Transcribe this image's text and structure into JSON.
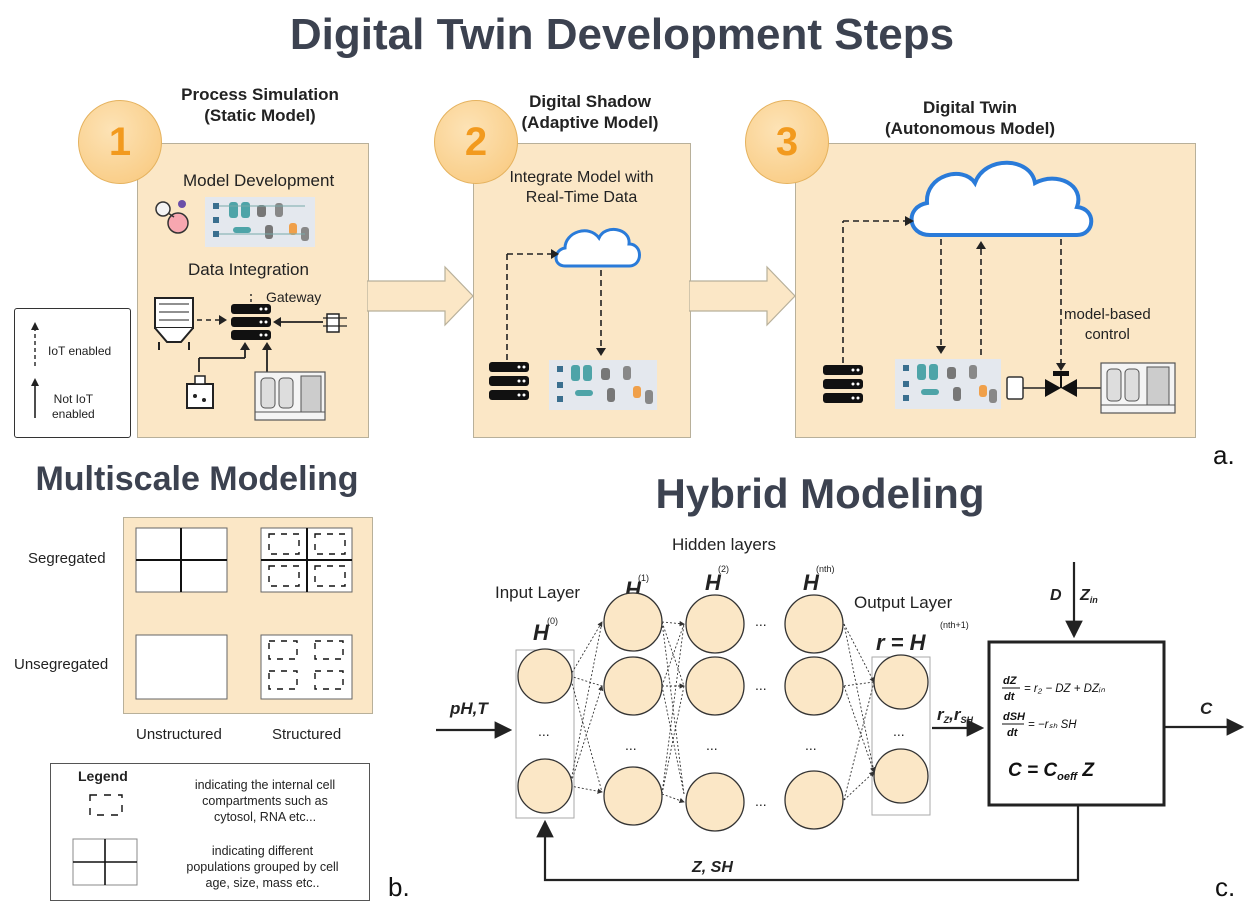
{
  "sectionA": {
    "title": "Digital Twin Development Steps",
    "steps": [
      {
        "number": "1",
        "title": "Process Simulation",
        "subtitle": "(Static Model)"
      },
      {
        "number": "2",
        "title": "Digital Shadow",
        "subtitle": "(Adaptive Model)"
      },
      {
        "number": "3",
        "title": "Digital Twin",
        "subtitle": "(Autonomous Model)"
      }
    ],
    "step1": {
      "model_development": "Model Development",
      "data_integration": "Data Integration",
      "gateway": "Gateway"
    },
    "step2": {
      "line1": "Integrate Model with",
      "line2": "Real-Time Data"
    },
    "step3": {
      "control_line1": "model-based",
      "control_line2": "control"
    },
    "legend": {
      "iot": "IoT enabled",
      "not_iot_line1": "Not IoT",
      "not_iot_line2": "enabled"
    },
    "letter": "a."
  },
  "sectionB": {
    "title": "Multiscale Modeling",
    "rows": [
      "Segregated",
      "Unsegregated"
    ],
    "cols": [
      "Unstructured",
      "Structured"
    ],
    "legend": {
      "title": "Legend",
      "item1": [
        "indicating the internal cell",
        "compartments such as",
        "cytosol, RNA etc..."
      ],
      "item2": [
        "indicating different",
        "populations grouped by cell",
        "age, size, mass etc.."
      ]
    },
    "letter": "b."
  },
  "sectionC": {
    "title": "Hybrid Modeling",
    "hidden_layers": "Hidden layers",
    "input_layer": "Input Layer",
    "output_layer": "Output Layer",
    "h0_sup": "(0)",
    "h1_sup": "(1)",
    "h2_sup": "(2)",
    "hn_sup": "(nth)",
    "r_eq": "r = H",
    "rn_sup": "(nth+1)",
    "H": "H",
    "dots": "...",
    "input_vars": "pH,T",
    "feedback": "Z, SH",
    "r_out": "r",
    "r_sub1": "Z",
    "r_sub2": "SH",
    "out_c": "C",
    "D": "D",
    "Z": "Z",
    "Z_sub": "in",
    "eq1_lhs_num": "dZ",
    "eq1_lhs_den": "dt",
    "eq1_rhs": "= r₂ − DZ + DZᵢₙ",
    "eq2_lhs_num": "dSH",
    "eq2_lhs_den": "dt",
    "eq2_rhs": "= −rₛₕ SH",
    "eq3": "C = C",
    "eq3_sub": "oeff",
    "eq3_tail": " Z",
    "letter": "c."
  }
}
